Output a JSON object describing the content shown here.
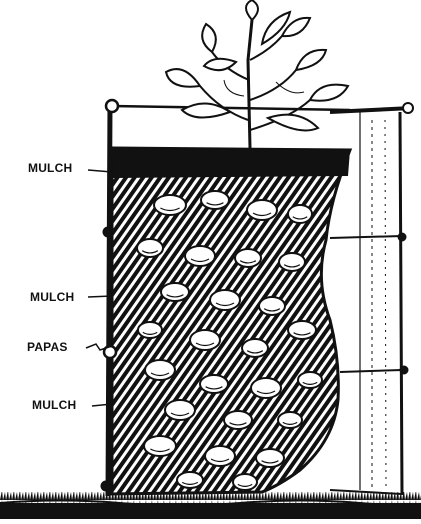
{
  "labels": {
    "mulch_top": "MULCH",
    "mulch_mid": "MULCH",
    "papas": "PAPAS",
    "mulch_bottom": "MULCH"
  },
  "colors": {
    "ink": "#111111",
    "paper": "#ffffff"
  }
}
